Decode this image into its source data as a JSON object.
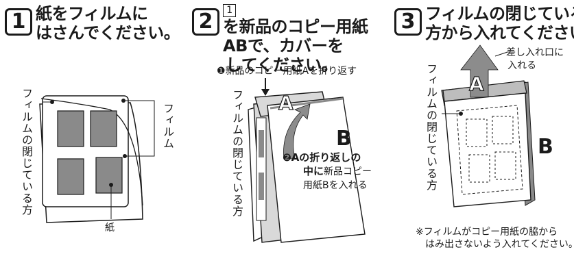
{
  "step1": {
    "number": "1",
    "heading_lines": [
      "紙をフィルムに",
      "はさんでください。"
    ],
    "film_closed_side": "フィルムの閉じている方",
    "film_label": "フィルム",
    "paper_label": "紙"
  },
  "step2": {
    "number": "2",
    "heading_ref": "1",
    "heading_lines": [
      "を新品のコピー用紙",
      "ABで、カバーを",
      "してください。"
    ],
    "instruction1_marker": "❶",
    "instruction1": "新品のコピー用紙Aを折り返す",
    "film_closed_side": "フィルムの閉じている方",
    "letter_a": "A",
    "letter_b": "B",
    "instruction2_marker": "❷",
    "instruction2_bold1": "Aの折り返しの",
    "instruction2_bold2": "中に",
    "instruction2_line2_rest": "新品コピー",
    "instruction2_line3": "用紙Bを入れる"
  },
  "step3": {
    "number": "3",
    "heading_lines": [
      "フィルムの閉じている",
      "方から入れてください。"
    ],
    "insertion_label_lines": [
      "差し入れ口に",
      "入れる"
    ],
    "film_closed_side": "フィルムの閉じている方",
    "letter_a": "A",
    "letter_b": "B",
    "note_lines": [
      "※フィルムがコピー用紙の脇から",
      "はみ出さないよう入れてください。"
    ]
  },
  "colors": {
    "gray_fill": "#8a8a8a",
    "light_gray": "#d9d9d9",
    "arrow_gray": "#8c8c8c",
    "ink": "#1a1a1a"
  }
}
